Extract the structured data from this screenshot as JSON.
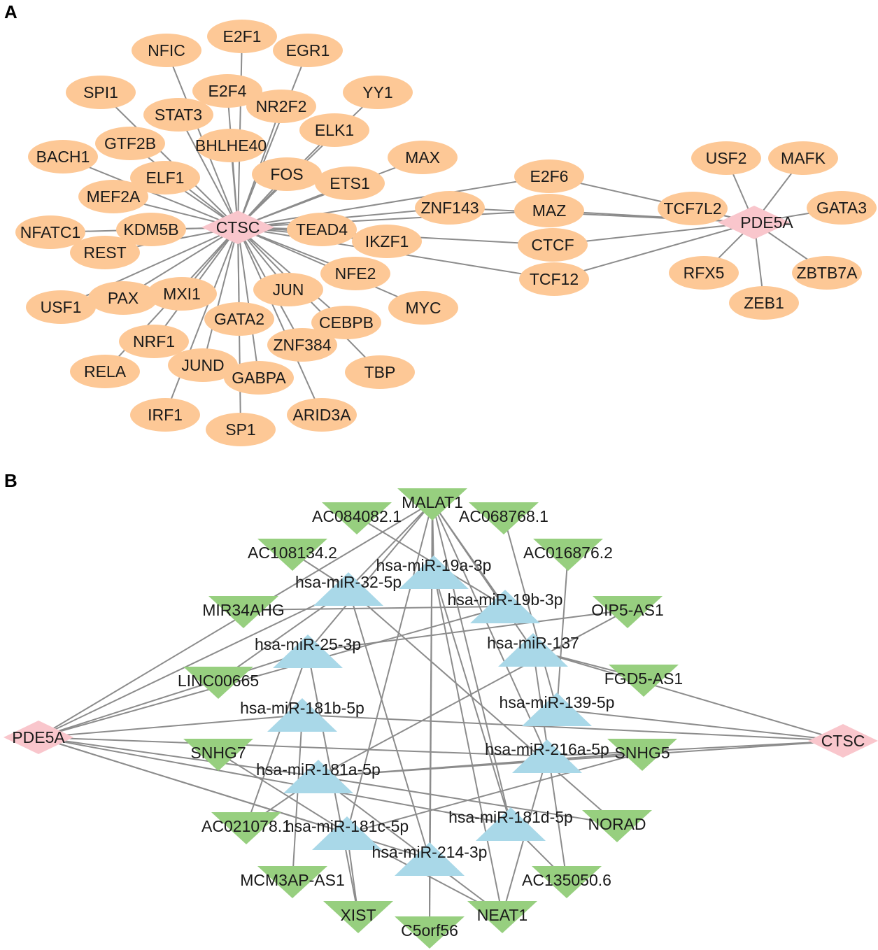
{
  "colors": {
    "edge": "#8c8c8c",
    "tf_node": "#fdc896",
    "hub_node": "#f9c6cc",
    "mirna_node": "#a9d8e8",
    "lncrna_node": "#97cf7f",
    "text": "#1a1a1a"
  },
  "panels": [
    {
      "label": "A",
      "nodes": [
        {
          "id": "CTSC",
          "label": "CTSC",
          "shape": "diamond"
        },
        {
          "id": "PDE5A",
          "label": "PDE5A",
          "shape": "diamond"
        },
        {
          "id": "E2F1",
          "label": "E2F1",
          "shape": "ellipse"
        },
        {
          "id": "NFIC",
          "label": "NFIC",
          "shape": "ellipse"
        },
        {
          "id": "EGR1",
          "label": "EGR1",
          "shape": "ellipse"
        },
        {
          "id": "SPI1",
          "label": "SPI1",
          "shape": "ellipse"
        },
        {
          "id": "E2F4",
          "label": "E2F4",
          "shape": "ellipse"
        },
        {
          "id": "YY1",
          "label": "YY1",
          "shape": "ellipse"
        },
        {
          "id": "STAT3",
          "label": "STAT3",
          "shape": "ellipse"
        },
        {
          "id": "NR2F2",
          "label": "NR2F2",
          "shape": "ellipse"
        },
        {
          "id": "ELK1",
          "label": "ELK1",
          "shape": "ellipse"
        },
        {
          "id": "GTF2B",
          "label": "GTF2B",
          "shape": "ellipse"
        },
        {
          "id": "BHLHE40",
          "label": "BHLHE40",
          "shape": "ellipse"
        },
        {
          "id": "BACH1",
          "label": "BACH1",
          "shape": "ellipse"
        },
        {
          "id": "MAX",
          "label": "MAX",
          "shape": "ellipse"
        },
        {
          "id": "ELF1",
          "label": "ELF1",
          "shape": "ellipse"
        },
        {
          "id": "FOS",
          "label": "FOS",
          "shape": "ellipse"
        },
        {
          "id": "ETS1",
          "label": "ETS1",
          "shape": "ellipse"
        },
        {
          "id": "MEF2A",
          "label": "MEF2A",
          "shape": "ellipse"
        },
        {
          "id": "NFATC1",
          "label": "NFATC1",
          "shape": "ellipse"
        },
        {
          "id": "KDM5B",
          "label": "KDM5B",
          "shape": "ellipse"
        },
        {
          "id": "REST",
          "label": "REST",
          "shape": "ellipse"
        },
        {
          "id": "TEAD4",
          "label": "TEAD4",
          "shape": "ellipse"
        },
        {
          "id": "ZNF143",
          "label": "ZNF143",
          "shape": "ellipse"
        },
        {
          "id": "IKZF1",
          "label": "IKZF1",
          "shape": "ellipse"
        },
        {
          "id": "NFE2",
          "label": "NFE2",
          "shape": "ellipse"
        },
        {
          "id": "USF1",
          "label": "USF1",
          "shape": "ellipse"
        },
        {
          "id": "PAX",
          "label": "PAX",
          "shape": "ellipse"
        },
        {
          "id": "MXI1",
          "label": "MXI1",
          "shape": "ellipse"
        },
        {
          "id": "JUN",
          "label": "JUN",
          "shape": "ellipse"
        },
        {
          "id": "MYC",
          "label": "MYC",
          "shape": "ellipse"
        },
        {
          "id": "GATA2",
          "label": "GATA2",
          "shape": "ellipse"
        },
        {
          "id": "CEBPB",
          "label": "CEBPB",
          "shape": "ellipse"
        },
        {
          "id": "NRF1",
          "label": "NRF1",
          "shape": "ellipse"
        },
        {
          "id": "ZNF384",
          "label": "ZNF384",
          "shape": "ellipse"
        },
        {
          "id": "RELA",
          "label": "RELA",
          "shape": "ellipse"
        },
        {
          "id": "JUND",
          "label": "JUND",
          "shape": "ellipse"
        },
        {
          "id": "GABPA",
          "label": "GABPA",
          "shape": "ellipse"
        },
        {
          "id": "TBP",
          "label": "TBP",
          "shape": "ellipse"
        },
        {
          "id": "IRF1",
          "label": "IRF1",
          "shape": "ellipse"
        },
        {
          "id": "SP1",
          "label": "SP1",
          "shape": "ellipse"
        },
        {
          "id": "ARID3A",
          "label": "ARID3A",
          "shape": "ellipse"
        },
        {
          "id": "E2F6",
          "label": "E2F6",
          "shape": "ellipse"
        },
        {
          "id": "MAZ",
          "label": "MAZ",
          "shape": "ellipse"
        },
        {
          "id": "CTCF",
          "label": "CTCF",
          "shape": "ellipse"
        },
        {
          "id": "TCF12",
          "label": "TCF12",
          "shape": "ellipse"
        },
        {
          "id": "TCF7L2",
          "label": "TCF7L2",
          "shape": "ellipse"
        },
        {
          "id": "USF2",
          "label": "USF2",
          "shape": "ellipse"
        },
        {
          "id": "MAFK",
          "label": "MAFK",
          "shape": "ellipse"
        },
        {
          "id": "GATA3",
          "label": "GATA3",
          "shape": "ellipse"
        },
        {
          "id": "RFX5",
          "label": "RFX5",
          "shape": "ellipse"
        },
        {
          "id": "ZBTB7A",
          "label": "ZBTB7A",
          "shape": "ellipse"
        },
        {
          "id": "ZEB1",
          "label": "ZEB1",
          "shape": "ellipse"
        }
      ],
      "edges": [
        [
          "CTSC",
          "E2F1"
        ],
        [
          "CTSC",
          "NFIC"
        ],
        [
          "CTSC",
          "EGR1"
        ],
        [
          "CTSC",
          "SPI1"
        ],
        [
          "CTSC",
          "E2F4"
        ],
        [
          "CTSC",
          "YY1"
        ],
        [
          "CTSC",
          "STAT3"
        ],
        [
          "CTSC",
          "NR2F2"
        ],
        [
          "CTSC",
          "ELK1"
        ],
        [
          "CTSC",
          "GTF2B"
        ],
        [
          "CTSC",
          "BHLHE40"
        ],
        [
          "CTSC",
          "BACH1"
        ],
        [
          "CTSC",
          "MAX"
        ],
        [
          "CTSC",
          "ELF1"
        ],
        [
          "CTSC",
          "FOS"
        ],
        [
          "CTSC",
          "ETS1"
        ],
        [
          "CTSC",
          "MEF2A"
        ],
        [
          "CTSC",
          "NFATC1"
        ],
        [
          "CTSC",
          "KDM5B"
        ],
        [
          "CTSC",
          "REST"
        ],
        [
          "CTSC",
          "TEAD4"
        ],
        [
          "CTSC",
          "ZNF143"
        ],
        [
          "CTSC",
          "IKZF1"
        ],
        [
          "CTSC",
          "NFE2"
        ],
        [
          "CTSC",
          "USF1"
        ],
        [
          "CTSC",
          "PAX"
        ],
        [
          "CTSC",
          "MXI1"
        ],
        [
          "CTSC",
          "JUN"
        ],
        [
          "CTSC",
          "MYC"
        ],
        [
          "CTSC",
          "GATA2"
        ],
        [
          "CTSC",
          "CEBPB"
        ],
        [
          "CTSC",
          "NRF1"
        ],
        [
          "CTSC",
          "ZNF384"
        ],
        [
          "CTSC",
          "RELA"
        ],
        [
          "CTSC",
          "JUND"
        ],
        [
          "CTSC",
          "GABPA"
        ],
        [
          "CTSC",
          "TBP"
        ],
        [
          "CTSC",
          "IRF1"
        ],
        [
          "CTSC",
          "SP1"
        ],
        [
          "CTSC",
          "ARID3A"
        ],
        [
          "CTSC",
          "E2F6"
        ],
        [
          "CTSC",
          "MAZ"
        ],
        [
          "CTSC",
          "CTCF"
        ],
        [
          "CTSC",
          "TCF12"
        ],
        [
          "PDE5A",
          "E2F6"
        ],
        [
          "PDE5A",
          "MAZ"
        ],
        [
          "PDE5A",
          "CTCF"
        ],
        [
          "PDE5A",
          "TCF12"
        ],
        [
          "PDE5A",
          "TCF7L2"
        ],
        [
          "PDE5A",
          "ZNF143"
        ],
        [
          "PDE5A",
          "USF2"
        ],
        [
          "PDE5A",
          "MAFK"
        ],
        [
          "PDE5A",
          "GATA3"
        ],
        [
          "PDE5A",
          "RFX5"
        ],
        [
          "PDE5A",
          "ZBTB7A"
        ],
        [
          "PDE5A",
          "ZEB1"
        ]
      ]
    },
    {
      "label": "B",
      "nodes": [
        {
          "id": "PDE5A",
          "label": "PDE5A",
          "shape": "diamond"
        },
        {
          "id": "CTSC",
          "label": "CTSC",
          "shape": "diamond"
        },
        {
          "id": "MALAT1",
          "label": "MALAT1",
          "shape": "v"
        },
        {
          "id": "AC084082",
          "label": "AC084082.1",
          "shape": "v"
        },
        {
          "id": "AC068768",
          "label": "AC068768.1",
          "shape": "v"
        },
        {
          "id": "AC108134",
          "label": "AC108134.2",
          "shape": "v"
        },
        {
          "id": "AC016876",
          "label": "AC016876.2",
          "shape": "v"
        },
        {
          "id": "MIR34AHG",
          "label": "MIR34AHG",
          "shape": "v"
        },
        {
          "id": "OIP5AS1",
          "label": "OIP5-AS1",
          "shape": "v"
        },
        {
          "id": "LINC00665",
          "label": "LINC00665",
          "shape": "v"
        },
        {
          "id": "FGD5AS1",
          "label": "FGD5-AS1",
          "shape": "v"
        },
        {
          "id": "SNHG7",
          "label": "SNHG7",
          "shape": "v"
        },
        {
          "id": "SNHG5",
          "label": "SNHG5",
          "shape": "v"
        },
        {
          "id": "AC021078",
          "label": "AC021078.1",
          "shape": "v"
        },
        {
          "id": "NORAD",
          "label": "NORAD",
          "shape": "v"
        },
        {
          "id": "MCM3APAS1",
          "label": "MCM3AP-AS1",
          "shape": "v"
        },
        {
          "id": "AC135050",
          "label": "AC135050.6",
          "shape": "v"
        },
        {
          "id": "XIST",
          "label": "XIST",
          "shape": "v"
        },
        {
          "id": "C5orf56",
          "label": "C5orf56",
          "shape": "v"
        },
        {
          "id": "NEAT1",
          "label": "NEAT1",
          "shape": "v"
        },
        {
          "id": "miR19a",
          "label": "hsa-miR-19a-3p",
          "shape": "tri"
        },
        {
          "id": "miR32",
          "label": "hsa-miR-32-5p",
          "shape": "tri"
        },
        {
          "id": "miR19b",
          "label": "hsa-miR-19b-3p",
          "shape": "tri"
        },
        {
          "id": "miR25",
          "label": "hsa-miR-25-3p",
          "shape": "tri"
        },
        {
          "id": "miR137",
          "label": "hsa-miR-137",
          "shape": "tri"
        },
        {
          "id": "miR181b",
          "label": "hsa-miR-181b-5p",
          "shape": "tri"
        },
        {
          "id": "miR139",
          "label": "hsa-miR-139-5p",
          "shape": "tri"
        },
        {
          "id": "miR216a",
          "label": "hsa-miR-216a-5p",
          "shape": "tri"
        },
        {
          "id": "miR181a",
          "label": "hsa-miR-181a-5p",
          "shape": "tri"
        },
        {
          "id": "miR181d",
          "label": "hsa-miR-181d-5p",
          "shape": "tri"
        },
        {
          "id": "miR181c",
          "label": "hsa-miR-181c-5p",
          "shape": "tri"
        },
        {
          "id": "miR214",
          "label": "hsa-miR-214-3p",
          "shape": "tri"
        }
      ],
      "edges": [
        [
          "PDE5A",
          "miR32"
        ],
        [
          "PDE5A",
          "miR19b"
        ],
        [
          "PDE5A",
          "miR25"
        ],
        [
          "PDE5A",
          "miR181b"
        ],
        [
          "PDE5A",
          "miR181a"
        ],
        [
          "PDE5A",
          "miR181c"
        ],
        [
          "PDE5A",
          "miR181d"
        ],
        [
          "PDE5A",
          "miR214"
        ],
        [
          "PDE5A",
          "miR216a"
        ],
        [
          "PDE5A",
          "MALAT1"
        ],
        [
          "CTSC",
          "miR137"
        ],
        [
          "CTSC",
          "miR139"
        ],
        [
          "CTSC",
          "miR181b"
        ],
        [
          "CTSC",
          "miR181a"
        ],
        [
          "CTSC",
          "miR216a"
        ],
        [
          "MALAT1",
          "miR19a"
        ],
        [
          "MALAT1",
          "miR32"
        ],
        [
          "MALAT1",
          "miR19b"
        ],
        [
          "MALAT1",
          "miR25"
        ],
        [
          "MALAT1",
          "miR181c"
        ],
        [
          "MALAT1",
          "miR214"
        ],
        [
          "MALAT1",
          "miR181d"
        ],
        [
          "MALAT1",
          "miR137"
        ],
        [
          "MALAT1",
          "miR216a"
        ],
        [
          "MALAT1",
          "C5orf56"
        ],
        [
          "AC084082",
          "miR19b"
        ],
        [
          "AC068768",
          "miR139"
        ],
        [
          "AC108134",
          "miR32"
        ],
        [
          "AC016876",
          "miR139"
        ],
        [
          "MIR34AHG",
          "miR19b"
        ],
        [
          "OIP5AS1",
          "miR25"
        ],
        [
          "OIP5AS1",
          "miR181a"
        ],
        [
          "LINC00665",
          "miR32"
        ],
        [
          "FGD5AS1",
          "miR137"
        ],
        [
          "SNHG7",
          "miR181c"
        ],
        [
          "SNHG5",
          "miR181c"
        ],
        [
          "SNHG5",
          "miR181a"
        ],
        [
          "AC021078",
          "miR181a"
        ],
        [
          "AC021078",
          "miR25"
        ],
        [
          "NORAD",
          "miR181a"
        ],
        [
          "NORAD",
          "miR32"
        ],
        [
          "MCM3APAS1",
          "miR181b"
        ],
        [
          "AC135050",
          "miR137"
        ],
        [
          "AC135050",
          "miR181d"
        ],
        [
          "XIST",
          "miR181c"
        ],
        [
          "XIST",
          "miR25"
        ],
        [
          "C5orf56",
          "miR214"
        ],
        [
          "NEAT1",
          "miR19a"
        ],
        [
          "NEAT1",
          "miR181c"
        ],
        [
          "NEAT1",
          "miR181a"
        ],
        [
          "NEAT1",
          "miR216a"
        ],
        [
          "miR32",
          "miR214"
        ],
        [
          "miR19a",
          "miR181d"
        ]
      ]
    }
  ]
}
